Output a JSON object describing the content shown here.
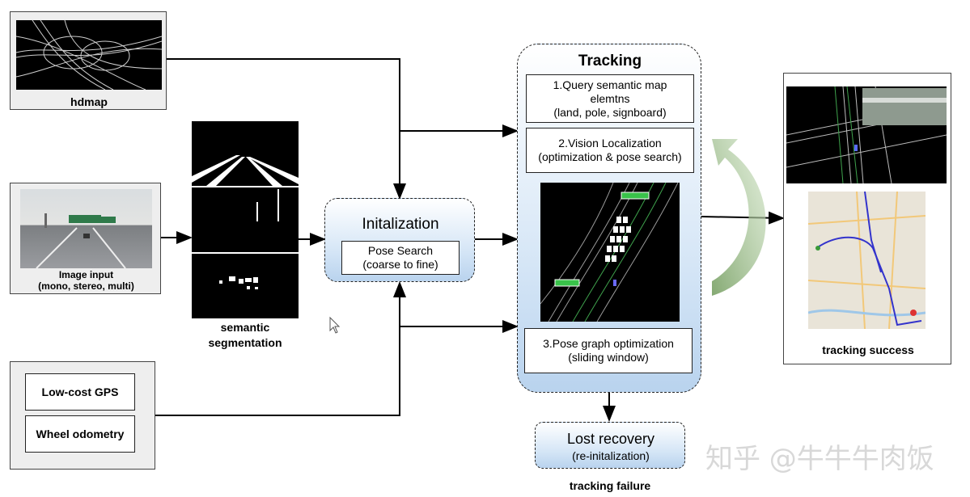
{
  "hdmap": {
    "caption": "hdmap"
  },
  "image_input": {
    "caption_line1": "Image input",
    "caption_line2": "(mono, stereo, multi)"
  },
  "segmentation": {
    "caption_line1": "semantic",
    "caption_line2": "segmentation"
  },
  "sensors": {
    "gps_label": "Low-cost GPS",
    "odometry_label": "Wheel odometry"
  },
  "initialization": {
    "title": "Initalization",
    "pose_search_line1": "Pose Search",
    "pose_search_line2": "(coarse to fine)"
  },
  "tracking": {
    "title": "Tracking",
    "step1_line1": "1.Query semantic map",
    "step1_line2": "elemtns",
    "step1_line3": "(land, pole, signboard)",
    "step2_line1": "2.Vision Localization",
    "step2_line2": "(optimization & pose search)",
    "step3_line1": "3.Pose graph optimization",
    "step3_line2": "(sliding window)"
  },
  "lost_recovery": {
    "title": "Lost recovery",
    "subtitle": "(re-initalization)",
    "caption": "tracking failure"
  },
  "result": {
    "caption": "tracking success"
  },
  "watermark": "知乎 @牛牛牛肉饭",
  "colors": {
    "accent_green": "#8fbf7a",
    "box_blue": "#c5dcf2"
  }
}
